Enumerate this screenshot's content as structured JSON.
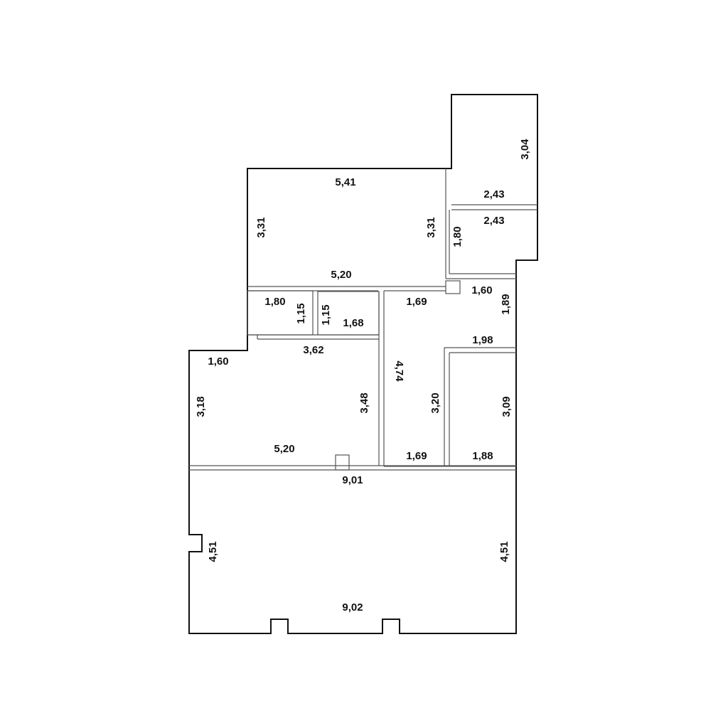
{
  "colors": {
    "wall": "#111111",
    "inner_wall": "#555555",
    "background": "#ffffff"
  },
  "dimensions": {
    "top_room_top": "5,41",
    "top_room_left": "3,31",
    "top_room_right": "3,31",
    "top_room_bottom": "5,20",
    "balcony_right": "3,04",
    "balcony_upper_width": "2,43",
    "balcony_lower_width": "2,43",
    "balcony_lower_height": "1,80",
    "small_room_a_width": "1,80",
    "small_room_a_height": "1,15",
    "small_room_b_height": "1,15",
    "small_room_b_width": "1,68",
    "hall_top": "1,69",
    "hall_corner_width": "1,60",
    "hall_corner_height": "1,89",
    "mid_room_top": "3,62",
    "mid_room_notch": "1,60",
    "mid_room_left": "3,18",
    "mid_room_right": "3,48",
    "mid_room_bottom": "5,20",
    "corridor_length": "4,74",
    "corridor_room_height": "3,20",
    "corridor_bottom": "1,69",
    "right_room_top": "1,98",
    "right_room_height": "3,09",
    "right_room_bottom": "1,88",
    "big_room_top": "9,01",
    "big_room_left": "4,51",
    "big_room_right": "4,51",
    "big_room_bottom": "9,02"
  }
}
